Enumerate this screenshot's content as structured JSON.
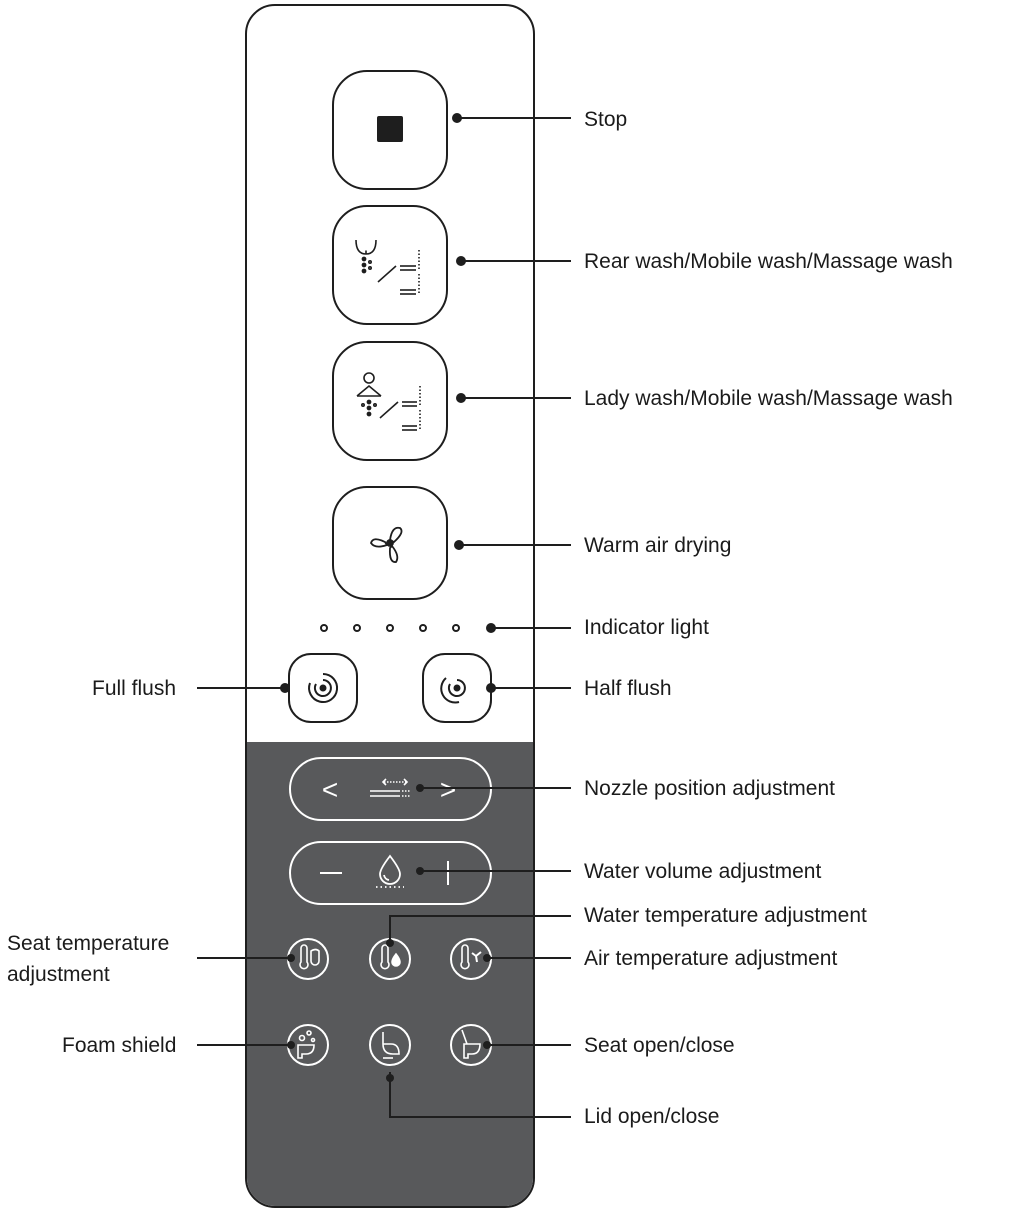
{
  "remote": {
    "colors": {
      "outline": "#1e1e1e",
      "dark_panel": "#58595b",
      "light_panel": "#ffffff",
      "text": "#1b1b1b"
    },
    "buttons": {
      "stop": {
        "icon": "stop-square-icon"
      },
      "rear_wash": {
        "icon": "rear-wash-icon"
      },
      "lady_wash": {
        "icon": "lady-wash-icon"
      },
      "warm_air": {
        "icon": "fan-icon"
      },
      "full_flush": {
        "icon": "full-flush-swirl-icon"
      },
      "half_flush": {
        "icon": "half-flush-swirl-icon"
      },
      "nozzle_position": {
        "icon": "nozzle-icon",
        "left": "<",
        "right": ">"
      },
      "water_volume": {
        "icon": "water-drop-icon",
        "left": "—",
        "right": "|"
      },
      "seat_temp": {
        "icon": "thermometer-seat-icon"
      },
      "water_temp": {
        "icon": "thermometer-drop-icon"
      },
      "air_temp": {
        "icon": "thermometer-fan-icon"
      },
      "foam_shield": {
        "icon": "foam-icon"
      },
      "lid": {
        "icon": "lid-icon"
      },
      "seat": {
        "icon": "seat-icon"
      }
    },
    "indicator_count": 6
  },
  "labels": {
    "stop": "Stop",
    "rear_wash": "Rear wash/Mobile wash/Massage wash",
    "lady_wash": "Lady wash/Mobile wash/Massage wash",
    "warm_air": "Warm air drying",
    "indicator": "Indicator light",
    "full_flush": "Full flush",
    "half_flush": "Half flush",
    "nozzle": "Nozzle position adjustment",
    "water_volume": "Water volume adjustment",
    "water_temp": "Water temperature adjustment",
    "seat_temp_line1": "Seat temperature",
    "seat_temp_line2": "adjustment",
    "air_temp": "Air temperature adjustment",
    "foam_shield": "Foam shield",
    "seat": "Seat open/close",
    "lid": "Lid open/close"
  }
}
